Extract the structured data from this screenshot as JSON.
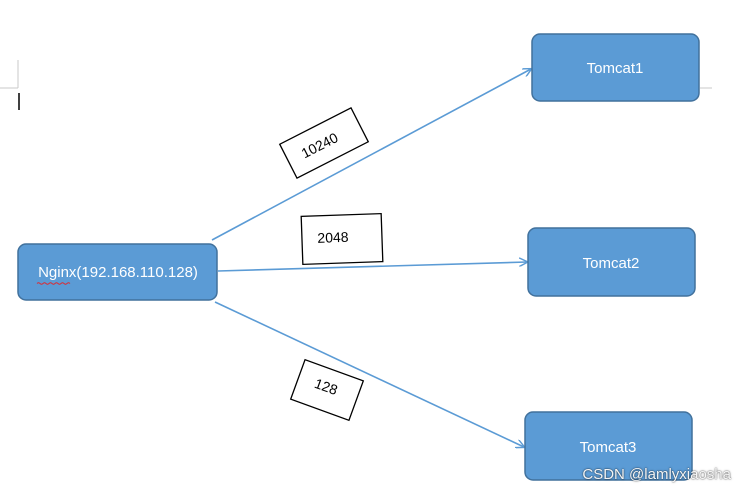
{
  "nodes": {
    "nginx": {
      "label": "Nginx(192.168.110.128)"
    },
    "tomcat1": {
      "label": "Tomcat1"
    },
    "tomcat2": {
      "label": "Tomcat2"
    },
    "tomcat3": {
      "label": "Tomcat3"
    }
  },
  "weights": {
    "tomcat1": "10240",
    "tomcat2": "2048",
    "tomcat3": "128"
  },
  "watermark": "CSDN @lamlyxiaosha",
  "colors": {
    "node_fill": "#5b9bd5",
    "node_stroke": "#41719c",
    "arrow": "#5b9bd5"
  }
}
